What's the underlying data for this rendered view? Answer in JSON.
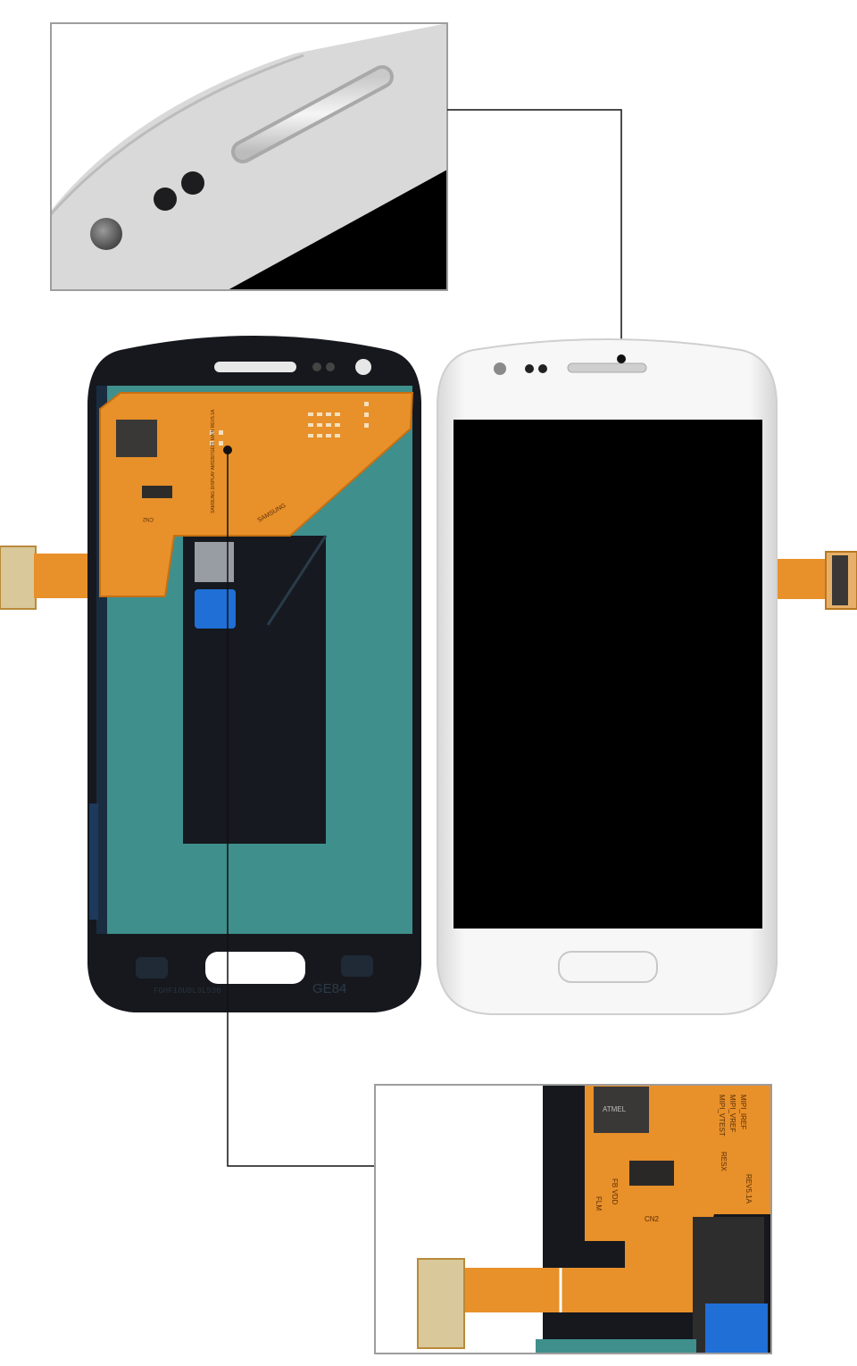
{
  "product": {
    "back_panel": {
      "brand_text": "SAMSUNG",
      "board_text": "SAMSUNG DISPLAY  AMS397GE85  MAIN REV5.1A",
      "chip_label": "ATMEL",
      "connector_label": "CN2",
      "pins_label": "FB  VDD",
      "code_text": "GE84",
      "serial_text": "FGHF18U0L9L530"
    },
    "zoom_bottom": {
      "labels": [
        "MIPI_IREF",
        "MIPI_VREF",
        "MIPI_VTEST",
        "RESX",
        "REV5.1A",
        "FB  VDD",
        "FLM",
        "CN2"
      ]
    },
    "colors": {
      "flex_orange": "#e8902a",
      "panel_teal": "#3f8f8c",
      "frame_black": "#16181d",
      "white_frame": "#eeeeee",
      "blue_tab": "#1f6fd6"
    }
  }
}
